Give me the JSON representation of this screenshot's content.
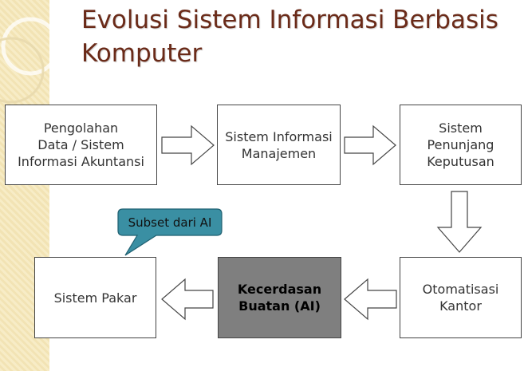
{
  "title": "Evolusi Sistem Informasi Berbasis Komputer",
  "boxes": {
    "pengolahan": "Pengolahan\nData / Sistem\nInformasi Akuntansi",
    "sim": "Sistem Informasi\nManajemen",
    "spk": "Sistem\nPenunjang\nKeputusan",
    "otomatisasi": "Otomatisasi\nKantor",
    "ai": "Kecerdasan\nBuatan (AI)",
    "pakar": "Sistem Pakar"
  },
  "callout": "Subset dari AI",
  "colors": {
    "title": "#6a2a18",
    "callout_fill": "#3a8fa3",
    "ai_box_fill": "#7f7f7f"
  }
}
